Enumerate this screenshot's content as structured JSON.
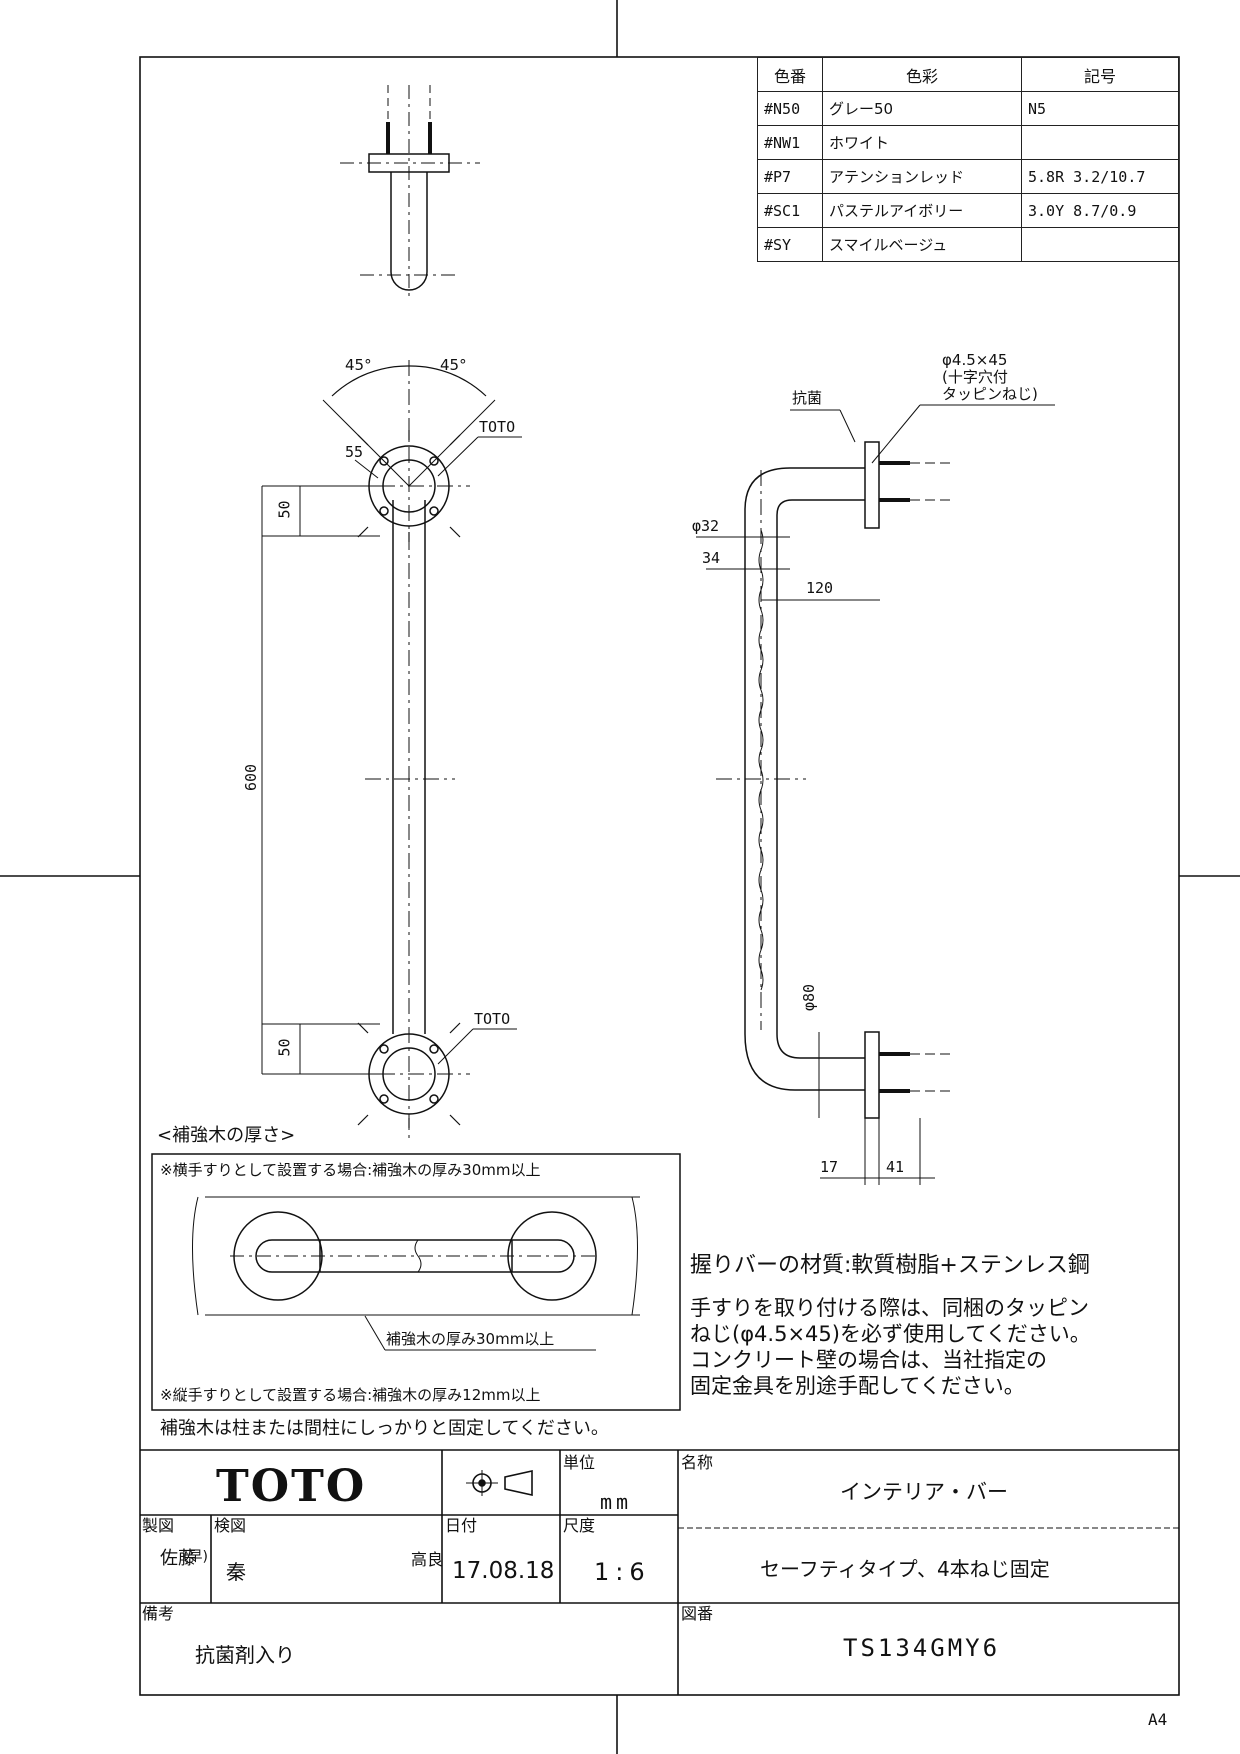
{
  "color_table": {
    "headers": [
      "色番",
      "色彩",
      "記号"
    ],
    "rows": [
      [
        "#N50",
        "グレー50",
        "N5"
      ],
      [
        "#NW1",
        "ホワイト",
        ""
      ],
      [
        "#P7",
        "アテンションレッド",
        "5.8R 3.2/10.7"
      ],
      [
        "#SC1",
        "パステルアイボリー",
        "3.0Y 8.7/0.9"
      ],
      [
        "#SY",
        "スマイルベージュ",
        ""
      ]
    ]
  },
  "front_view": {
    "angle_left": "45°",
    "angle_right": "45°",
    "dim_55": "55",
    "dim_top_50": "50",
    "dim_600": "600",
    "dim_bottom_50": "50",
    "logo_top": "TOTO",
    "logo_bottom": "TOTO"
  },
  "side_view": {
    "screw_spec_1": "φ4.5×45",
    "screw_spec_2": "(十字穴付",
    "screw_spec_3": "タッピンねじ)",
    "antibacterial": "抗菌",
    "dim_phi32": "φ32",
    "dim_34": "34",
    "dim_120": "120",
    "dim_phi80": "φ80",
    "dim_17": "17",
    "dim_41": "41"
  },
  "reinforcement": {
    "title": "<補強木の厚さ>",
    "horizontal_note": "※横手すりとして設置する場合:補強木の厚み30mm以上",
    "thickness_label": "補強木の厚み30mm以上",
    "vertical_note": "※縦手すりとして設置する場合:補強木の厚み12mm以上",
    "fix_note": "補強木は柱または間柱にしっかりと固定してください。"
  },
  "notes": {
    "material": "握りバーの材質:軟質樹脂+ステンレス鋼",
    "line1": "手すりを取り付ける際は、同梱のタッピン",
    "line2": "ねじ(φ4.5×45)を必ず使用してください。",
    "line3": "コンクリート壁の場合は、当社指定の",
    "line4": "固定金具を別途手配してください。"
  },
  "title_block": {
    "brand": "TOTO",
    "unit_label": "単位",
    "unit_value": "mm",
    "name_label": "名称",
    "name_value": "インテリア・バー",
    "drawn_label": "製図",
    "drawn_value": "佐藤",
    "drawn_stamp": "(早)",
    "checked_label": "検図",
    "checked_value": "秦",
    "checked_stamp": "高良",
    "date_label": "日付",
    "date_value": "17.08.18",
    "scale_label": "尺度",
    "scale_value": "1:6",
    "subtitle": "セーフティタイプ、4本ねじ固定",
    "remarks_label": "備考",
    "remarks_value": "抗菌剤入り",
    "drawing_no_label": "図番",
    "drawing_no_value": "TS134GMY6"
  },
  "paper_size": "A4"
}
